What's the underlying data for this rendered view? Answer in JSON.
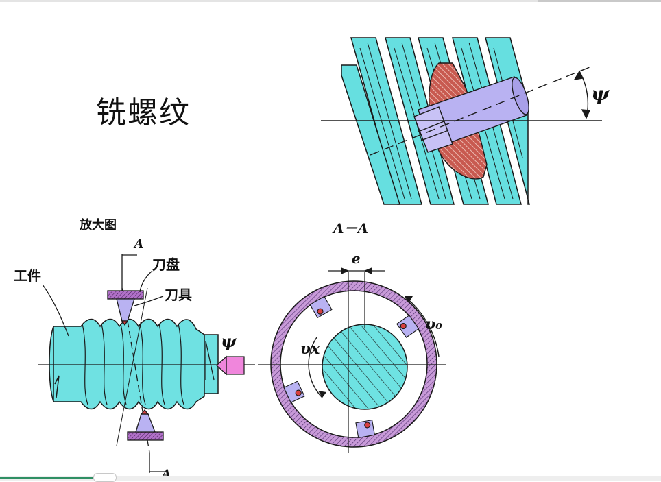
{
  "title": "铣螺纹",
  "top_diagram": {
    "angle_label": "ψ"
  },
  "left_diagram": {
    "caption": "放大图",
    "section_marker_top": "A",
    "section_marker_bottom": "A",
    "workpiece_label": "工件",
    "cutter_disc_label": "刀盘",
    "tool_label": "刀具",
    "angle_label": "ψ"
  },
  "right_diagram": {
    "caption": "A－A",
    "offset_label": "e",
    "velocity_x_label": "υx",
    "velocity_w_label": "υ₀"
  },
  "colors": {
    "cyan": "#66e0e0",
    "outline": "#1a1a1a",
    "red_hatch": "#c0504d",
    "lavender": "#b8b0f0",
    "violet_ring": "#c58ad8",
    "pink_tool": "#f080d8"
  }
}
